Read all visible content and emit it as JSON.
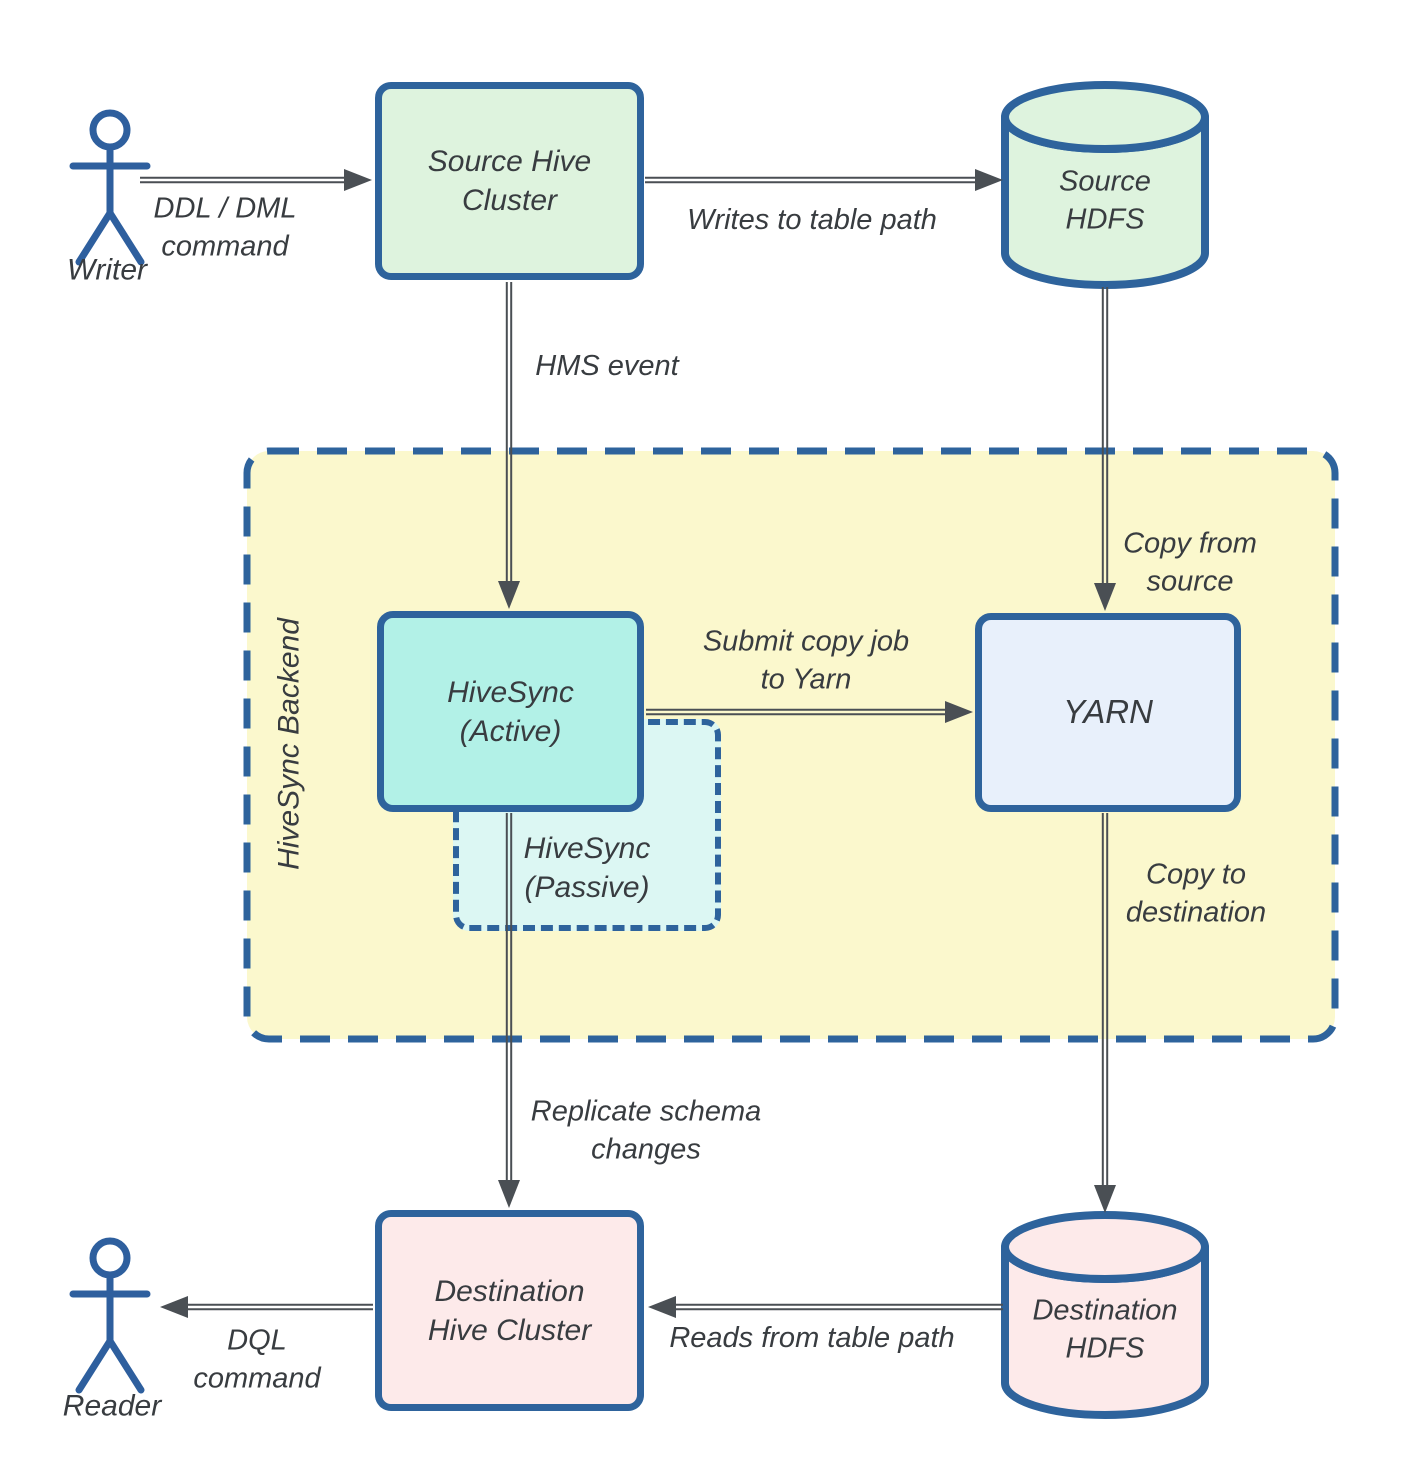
{
  "colors": {
    "border_blue": "#2e639c",
    "actor_blue": "#2e5f9e",
    "green_fill": "#def3de",
    "teal_fill": "#b2f1e7",
    "passive_fill": "#dcf7f3",
    "backend_fill": "#fbf8cd",
    "blue_fill": "#e8f0fb",
    "pink_fill": "#fdeaea",
    "arrow": "#4a4f54",
    "text": "#383c40"
  },
  "actors": {
    "writer": {
      "label": "Writer"
    },
    "reader": {
      "label": "Reader"
    }
  },
  "nodes": {
    "source_hive": {
      "label": "Source Hive\nCluster"
    },
    "source_hdfs": {
      "label": "Source\nHDFS"
    },
    "hivesync_backend": {
      "label": "HiveSync Backend"
    },
    "hivesync_active": {
      "label": "HiveSync\n(Active)"
    },
    "hivesync_passive": {
      "label": "HiveSync\n(Passive)"
    },
    "yarn": {
      "label": "YARN"
    },
    "dest_hive": {
      "label": "Destination\nHive Cluster"
    },
    "dest_hdfs": {
      "label": "Destination\nHDFS"
    }
  },
  "edges": {
    "ddl": {
      "label": "DDL / DML\ncommand"
    },
    "writes": {
      "label": "Writes to table path"
    },
    "hms": {
      "label": "HMS event"
    },
    "copy_from": {
      "label": "Copy from\nsource"
    },
    "submit": {
      "label": "Submit copy job\nto Yarn"
    },
    "copy_to": {
      "label": "Copy to\ndestination"
    },
    "replicate": {
      "label": "Replicate schema\nchanges"
    },
    "reads": {
      "label": "Reads from table path"
    },
    "dql": {
      "label": "DQL\ncommand"
    }
  }
}
